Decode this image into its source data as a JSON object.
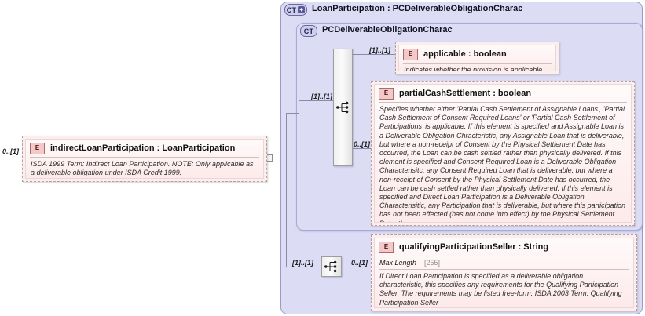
{
  "diagram": {
    "type": "xsd-schema-diagram",
    "outer_container": {
      "badge": "CT",
      "badge_expand": "+",
      "title": "LoanParticipation : PCDeliverableObligationCharac"
    },
    "inner_container": {
      "badge": "CT",
      "title": "PCDeliverableObligationCharac"
    }
  },
  "elements": {
    "indirect_loan_participation": {
      "badge": "E",
      "name": "indirectLoanParticipation : LoanParticipation",
      "cardinality": "0..[1]",
      "documentation": "ISDA 1999 Term: Indirect Loan Participation. NOTE: Only applicable as a deliverable obligation under ISDA Credit 1999."
    },
    "applicable": {
      "badge": "E",
      "name": "applicable : boolean",
      "cardinality": "[1]..[1]",
      "documentation": "Indicates whether the provision is applicable."
    },
    "partial_cash_settlement": {
      "badge": "E",
      "name": "partialCashSettlement : boolean",
      "cardinality": "0..[1]",
      "documentation": "Specifies whether either 'Partial Cash Settlement of Assignable Loans', 'Partial Cash Settlement of Consent Required Loans' or 'Partial Cash Settlement of Participations' is applicable. If this element is specified and Assignable Loan is a Deliverable Obligation Chracteristic, any Assignable Loan that is deliverable, but where a non-receipt of Consent by the Physical Settlement Date has occurred, the Loan can be cash settled rather than physically delivered. If this element is specified and Consent Required Loan is a Deliverable Obligation Characterisitc, any Consent Required Loan that is deliverable, but where a non-receipt of Consent by the Physical Settlement Date has occurred, the Loan can be cash settled rather than physically delivered. If this element is specified and Direct Loan Participation is a Deliverable Obligation Characterisitic, any Participation that is deliverable, but where this participation has not been effected (has not come into effect) by the Physical Settlement Date, the p"
    },
    "qualifying_participation_seller": {
      "badge": "E",
      "name": "qualifyingParticipationSeller : String",
      "cardinality": "0..[1]",
      "facet_label": "Max Length",
      "facet_value": "[255]",
      "documentation": "If Direct Loan Participation is specified as a deliverable obligation characteristic, this specifies any requirements for the Qualifying Participation Seller. The requirements may be listed free-form. ISDA 2003 Term: Qualifying Participation Seller"
    }
  },
  "compositors": {
    "sequence_top": {
      "icon": "sequence-icon",
      "cardinality_in": "[1]..[1]"
    },
    "sequence_bottom": {
      "icon": "sequence-icon",
      "cardinality_in": "[1]..[1]"
    }
  },
  "colors": {
    "container_bg": "#dcdcf5",
    "container_border": "#9a9ac8",
    "element_bg": "#fdeeee",
    "element_border": "#b5a0a0",
    "badge_e_bg": "#f3c8c8",
    "connector": "#8b8ba8"
  }
}
